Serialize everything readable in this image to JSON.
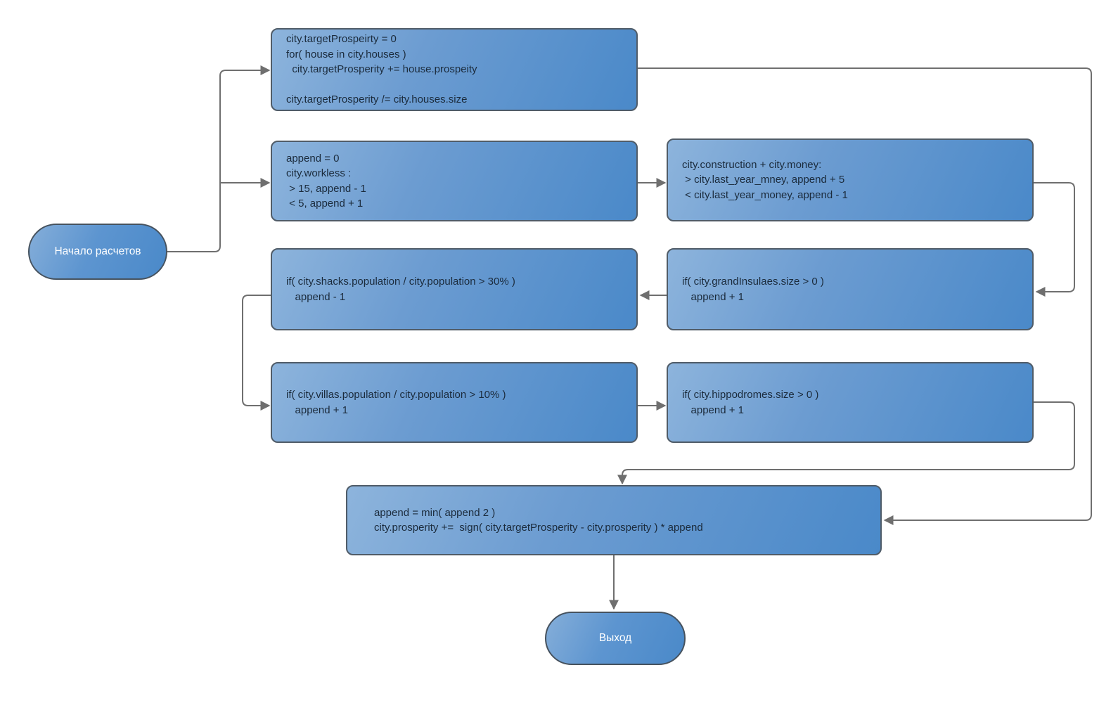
{
  "diagram": {
    "kind": "flowchart",
    "nodes": {
      "start": {
        "label": "Начало расчетов",
        "shape": "terminator"
      },
      "box1": {
        "text": "city.targetProspeirty = 0\nfor( house in city.houses )\n  city.targetProsperity += house.prospeity\n\ncity.targetProsperity /= city.houses.size",
        "shape": "process"
      },
      "box2": {
        "text": "append = 0\ncity.workless :\n > 15, append - 1\n < 5, append + 1",
        "shape": "process"
      },
      "box3": {
        "text": "city.construction + city.money:\n > city.last_year_mney, append + 5\n < city.last_year_money, append - 1",
        "shape": "process"
      },
      "box4": {
        "text": "if( city.shacks.population / city.population > 30% )\n   append - 1",
        "shape": "process"
      },
      "box5": {
        "text": "if( city.grandInsulaes.size > 0 )\n   append + 1",
        "shape": "process"
      },
      "box6": {
        "text": "if( city.villas.population / city.population > 10% )\n   append + 1",
        "shape": "process"
      },
      "box7": {
        "text": "if( city.hippodromes.size > 0 )\n   append + 1",
        "shape": "process"
      },
      "box8": {
        "text": "append = min( append 2 )\ncity.prosperity +=  sign( city.targetProsperity - city.prosperity ) * append",
        "shape": "process"
      },
      "end": {
        "label": "Выход",
        "shape": "terminator"
      }
    },
    "edges": [
      {
        "from": "start",
        "to": "box1"
      },
      {
        "from": "start",
        "to": "box2"
      },
      {
        "from": "box1",
        "to": "box8"
      },
      {
        "from": "box2",
        "to": "box3"
      },
      {
        "from": "box3",
        "to": "box5"
      },
      {
        "from": "box5",
        "to": "box4"
      },
      {
        "from": "box4",
        "to": "box6"
      },
      {
        "from": "box6",
        "to": "box7"
      },
      {
        "from": "box7",
        "to": "box8"
      },
      {
        "from": "box8",
        "to": "end"
      }
    ],
    "colors": {
      "node_fill_light": "#8db4dc",
      "node_fill_dark": "#4a89c9",
      "node_border": "#505c68",
      "node_text": "#1b2b3c",
      "terminator_text": "#ffffff",
      "connector": "#6f6f6f",
      "background": "#ffffff"
    }
  }
}
